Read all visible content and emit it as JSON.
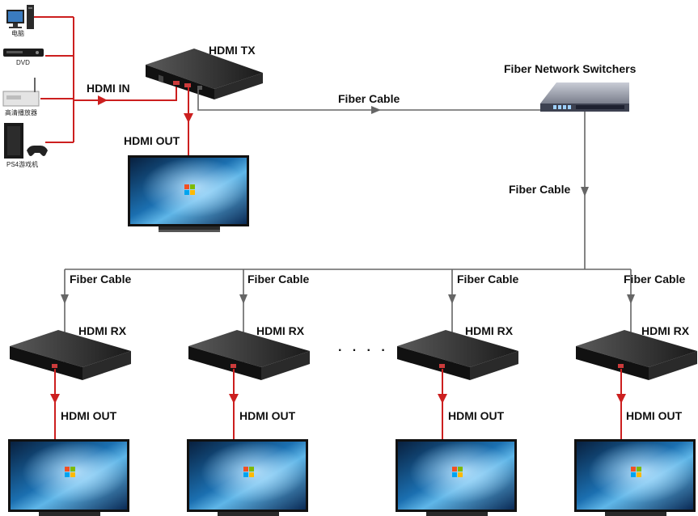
{
  "sources": [
    {
      "label": "电脑",
      "icon": "desktop-pc-icon"
    },
    {
      "label": "DVD",
      "icon": "dvd-player-icon"
    },
    {
      "label": "高清播放器",
      "icon": "hd-player-icon"
    },
    {
      "label": "PS4游戏机",
      "icon": "game-console-icon"
    }
  ],
  "labels": {
    "hdmi_in": "HDMI IN",
    "hdmi_tx": "HDMI TX",
    "tx_hdmi_out": "HDMI OUT",
    "fiber_cable_top": "Fiber Cable",
    "switch": "Fiber Network Switchers",
    "fiber_cable_down": "Fiber Cable",
    "ellipsis": "· · · ·"
  },
  "receivers": [
    {
      "fiber_label": "Fiber Cable",
      "rx_label": "HDMI RX",
      "out_label": "HDMI OUT"
    },
    {
      "fiber_label": "Fiber Cable",
      "rx_label": "HDMI RX",
      "out_label": "HDMI OUT"
    },
    {
      "fiber_label": "Fiber Cable",
      "rx_label": "HDMI RX",
      "out_label": "HDMI OUT"
    },
    {
      "fiber_label": "Fiber Cable",
      "rx_label": "HDMI RX",
      "out_label": "HDMI OUT"
    }
  ],
  "colors": {
    "hdmi_line": "#cc1f1f",
    "fiber_line": "#666666",
    "device_dark": "#1e1e1e"
  }
}
